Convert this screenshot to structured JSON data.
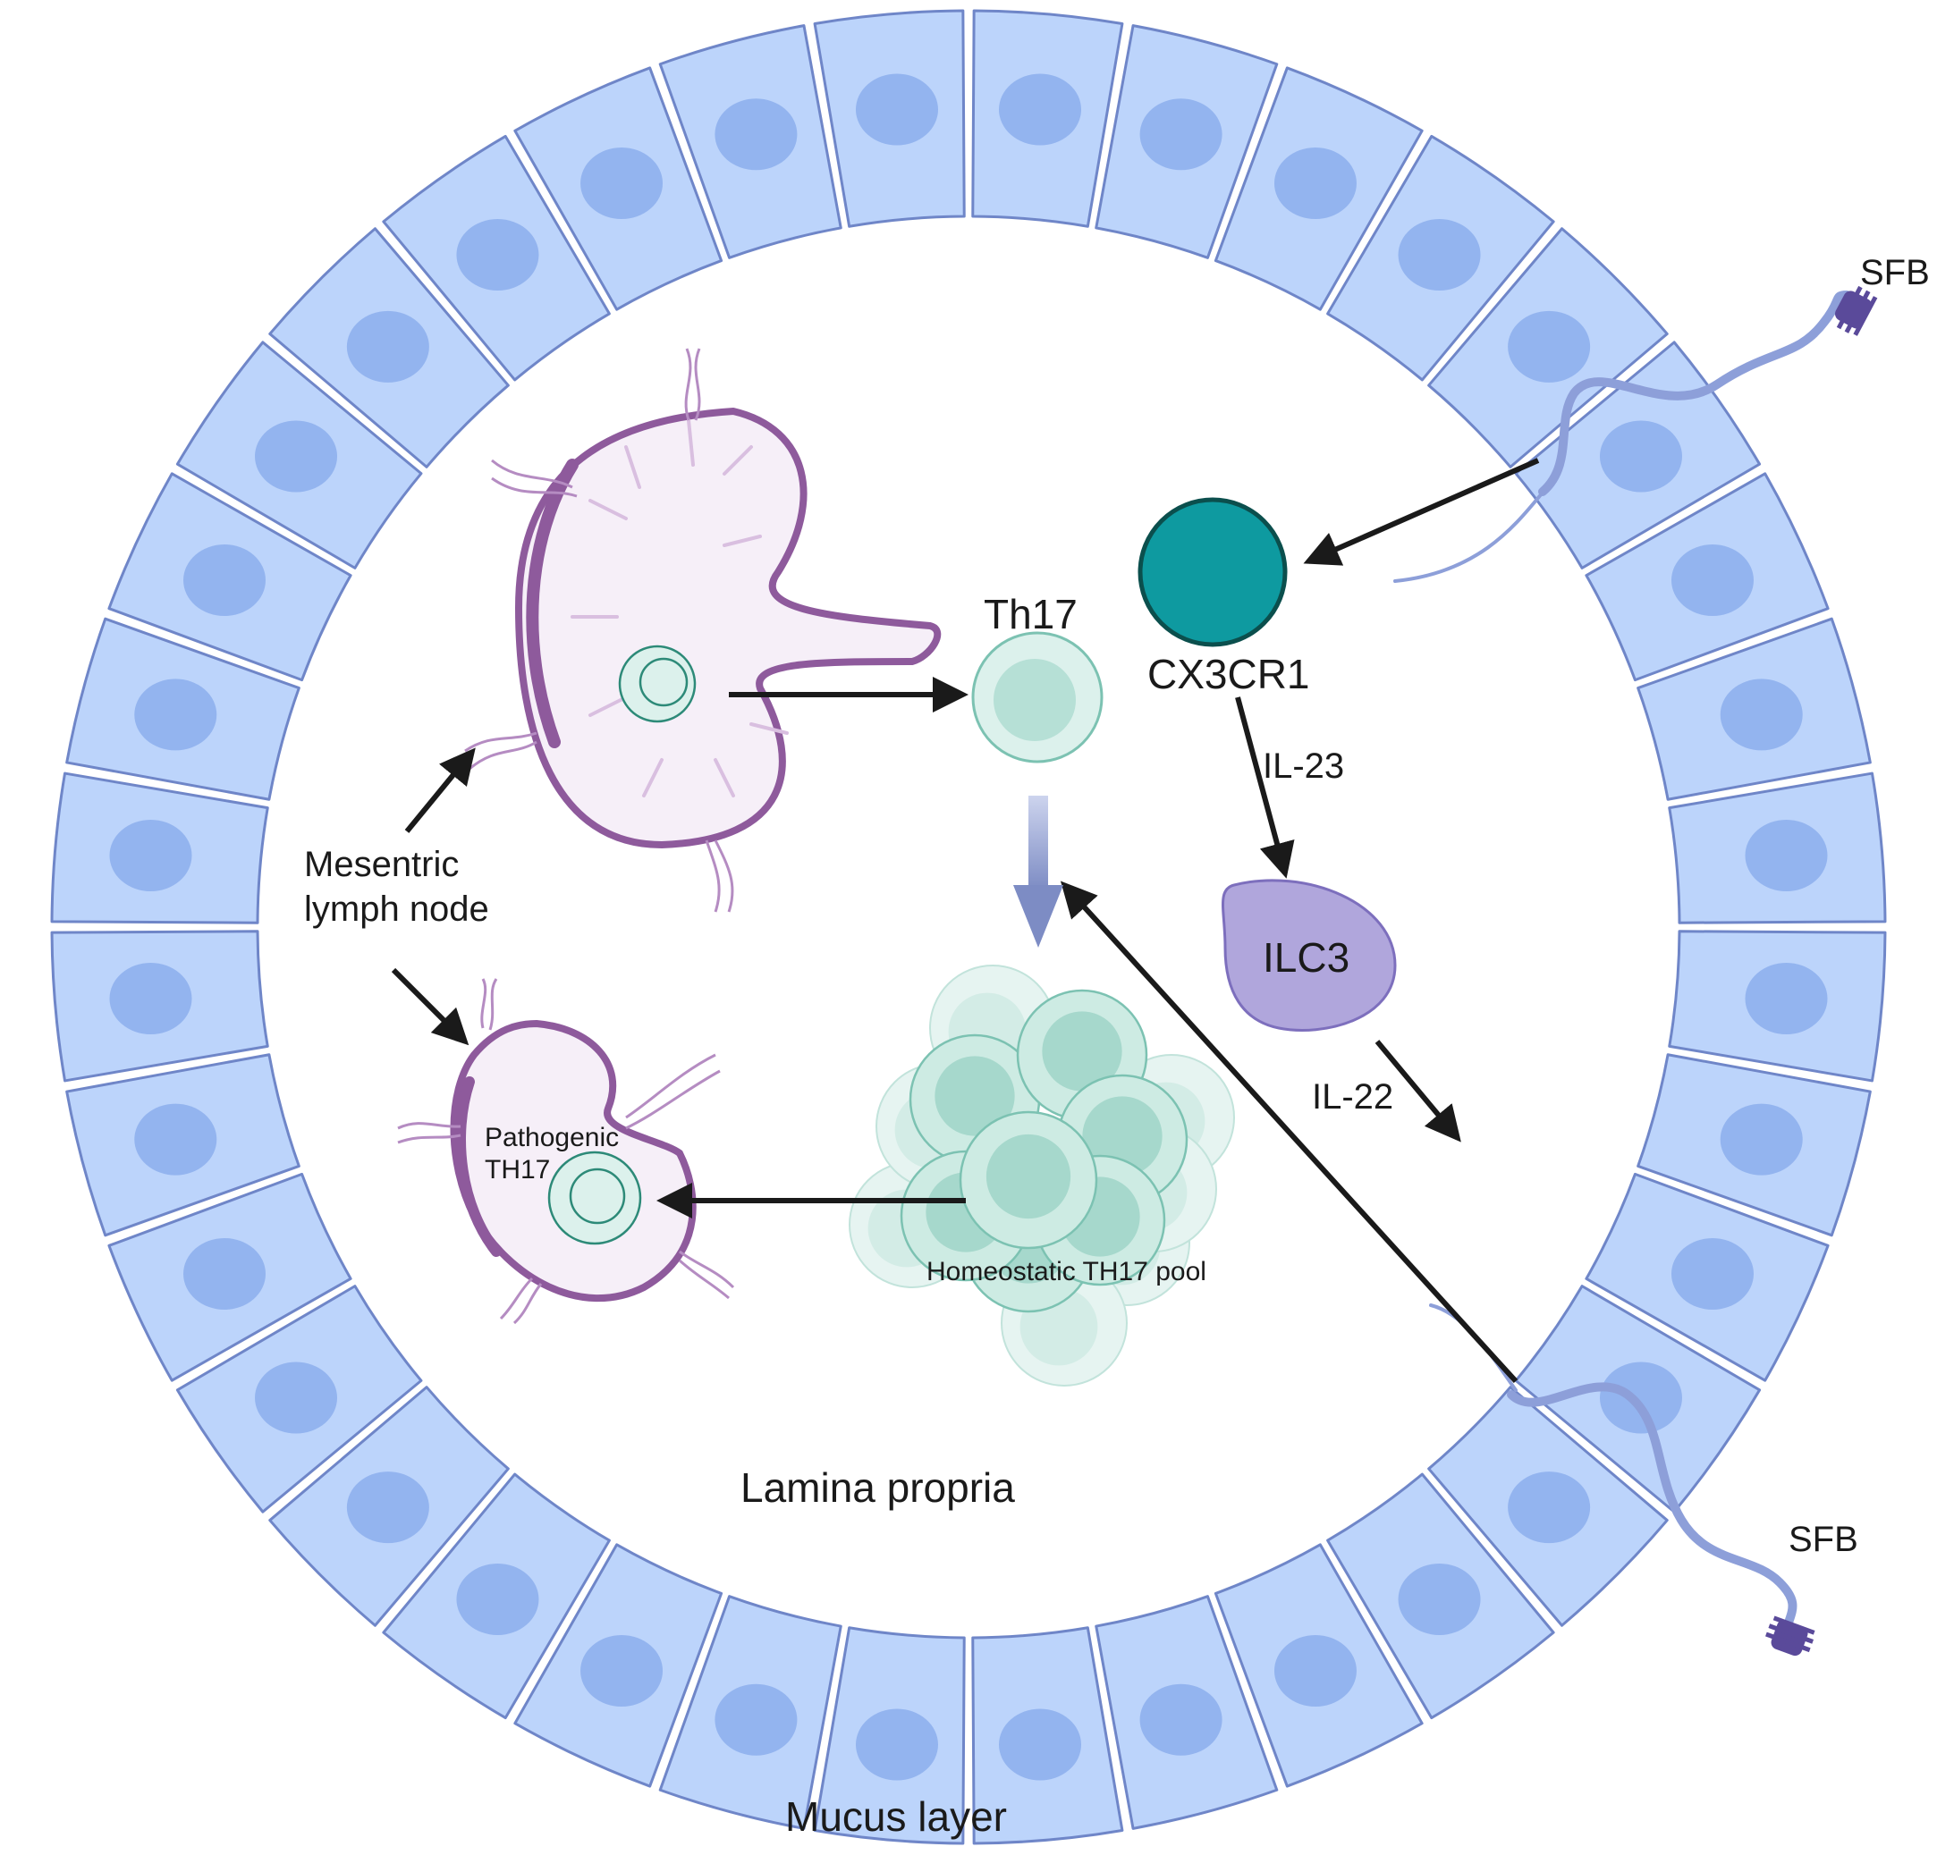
{
  "labels": {
    "sfb_top": "SFB",
    "sfb_bottom": "SFB",
    "th17": "Th17",
    "cx3cr1": "CX3CR1",
    "il23": "IL-23",
    "ilc3": "ILC3",
    "il22": "IL-22",
    "mesentric_line1": "Mesentric",
    "mesentric_line2": "lymph node",
    "pathogenic_line1": "Pathogenic",
    "pathogenic_line2": "TH17",
    "homeostatic_pool": "Homeostatic TH17 pool",
    "lamina_propria": "Lamina propria",
    "mucus_layer": "Mucus layer"
  },
  "colors": {
    "epithelial_fill": "#bcd4fb",
    "epithelial_stroke": "#6f86c8",
    "nucleus": "#93b4ef",
    "lymph_node_fill": "#f6eff8",
    "lymph_node_stroke": "#8e5a9c",
    "th17_fill": "#dcf1ec",
    "th17_core": "#b6e0d6",
    "th17_stroke": "#7cc2b2",
    "cx3cr1_fill": "#0e9aa0",
    "cx3cr1_stroke": "#0b4f4d",
    "ilc3_fill": "#b0a6dc",
    "ilc3_stroke": "#7d6fbd",
    "sfb_body": "#8d9fd9",
    "sfb_head": "#5a4a9a",
    "arrow": "#1a1a1a",
    "blue_arrow": "#8a98c9"
  }
}
